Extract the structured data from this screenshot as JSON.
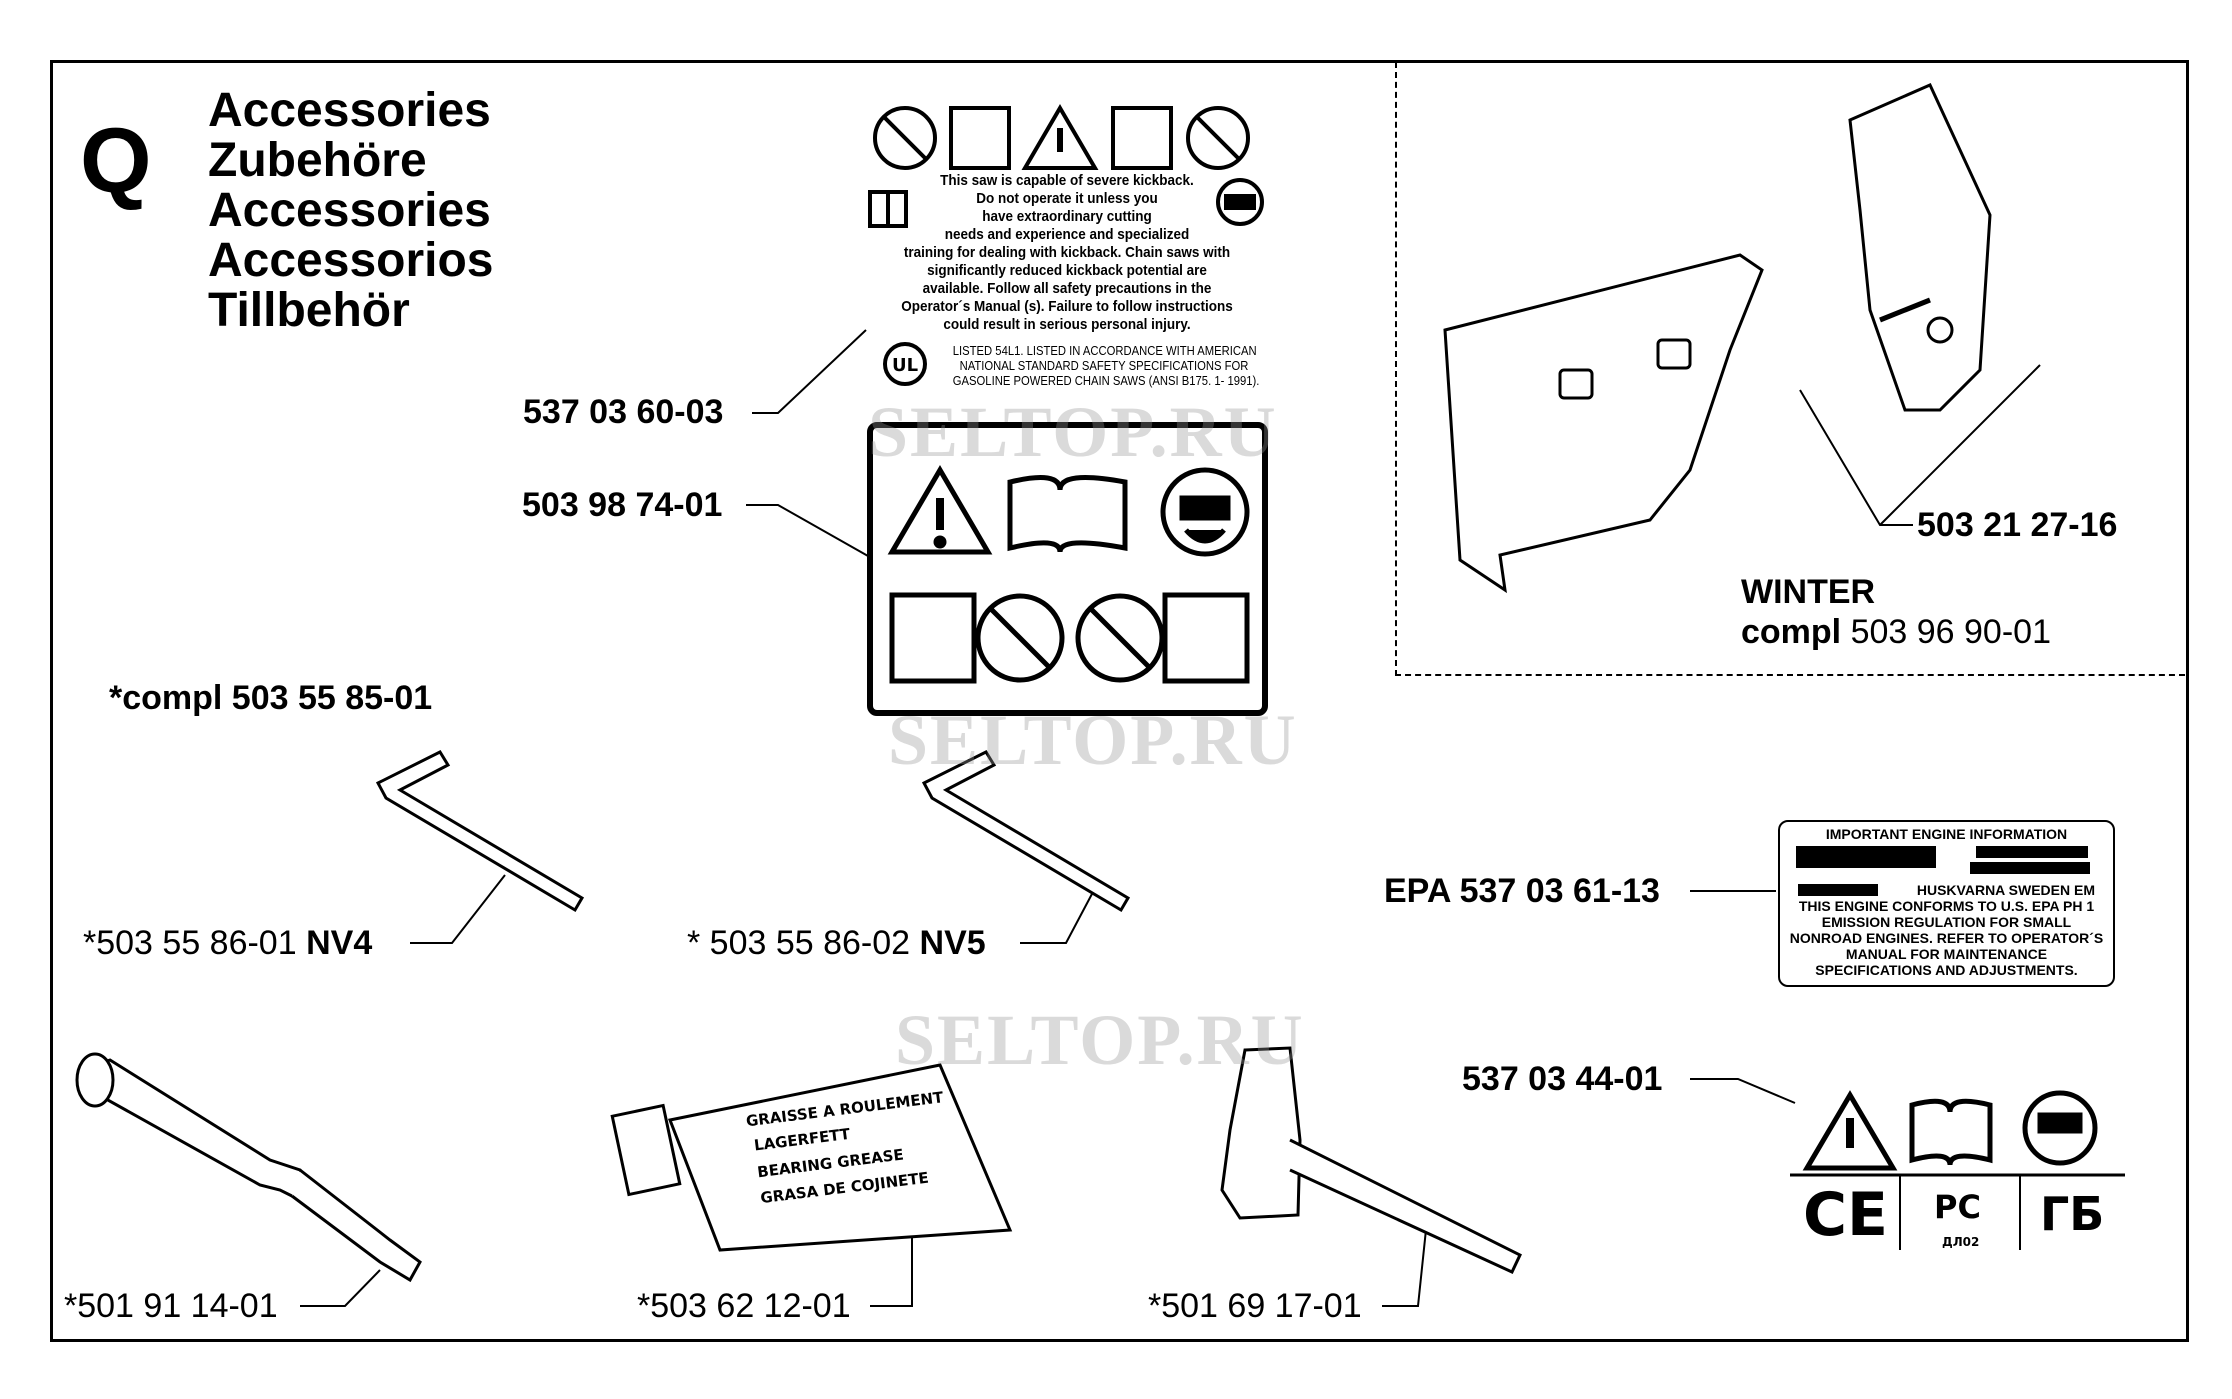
{
  "section_letter": "Q",
  "titles": [
    "Accessories",
    "Zubehöre",
    "Accessories",
    "Accessorios",
    "Tillbehör"
  ],
  "parts": {
    "warning_decal": "537 03 60-03",
    "pictogram_decal": "503 98 74-01",
    "compl_kit": "*compl 503 55 85-01",
    "hex_key_4": {
      "number": "*503 55 86-01",
      "size": "NV4"
    },
    "hex_key_5": {
      "number": "* 503 55 86-02",
      "size": "NV5"
    },
    "screwdriver": "*501 91 14-01",
    "grease_tube": "*503 62 12-01",
    "combi_spanner": "*501 69 17-01",
    "ce_decal": "537 03 44-01",
    "epa_decal": "EPA 537 03 61-13",
    "winter_cover": "503 21 27-16",
    "winter_label": "WINTER",
    "winter_compl_prefix": "compl",
    "winter_compl_number": "503 96 90-01"
  },
  "warning_text": [
    "This saw is capable of severe kickback.",
    "Do not operate it unless you",
    "have extraordinary cutting",
    "needs and experience and specialized",
    "training for dealing with kickback. Chain saws with",
    "significantly reduced kickback potential are",
    "available. Follow all safety precautions in the",
    "Operator´s Manual (s). Failure to follow instructions",
    "could result in serious personal injury."
  ],
  "ul_text": [
    "LISTED 54L1. LISTED IN ACCORDANCE WITH AMERICAN",
    "NATIONAL STANDARD SAFETY SPECIFICATIONS FOR",
    "GASOLINE POWERED CHAIN SAWS (ANSI B175. 1- 1991)."
  ],
  "ul_logo": "UL",
  "epa_label": {
    "title": "IMPORTANT ENGINE INFORMATION",
    "maker": "HUSKVARNA SWEDEN   EM",
    "lines": [
      "THIS ENGINE CONFORMS TO U.S. EPA PH 1",
      "EMISSION REGULATION FOR SMALL",
      "NONROAD ENGINES. REFER TO OPERATOR´S",
      "MANUAL FOR MAINTENANCE",
      "SPECIFICATIONS AND ADJUSTMENTS."
    ]
  },
  "grease_tube_text": [
    "GRAISSE A ROULEMENT",
    "LAGERFETT",
    "BEARING GREASE",
    "GRASA DE COJINETE"
  ],
  "cert_marks": {
    "ce": "CE",
    "gost": "PC",
    "gost_sub": "ДЛ02",
    "eac": "ГБ"
  },
  "watermark": "SELTOP.RU"
}
